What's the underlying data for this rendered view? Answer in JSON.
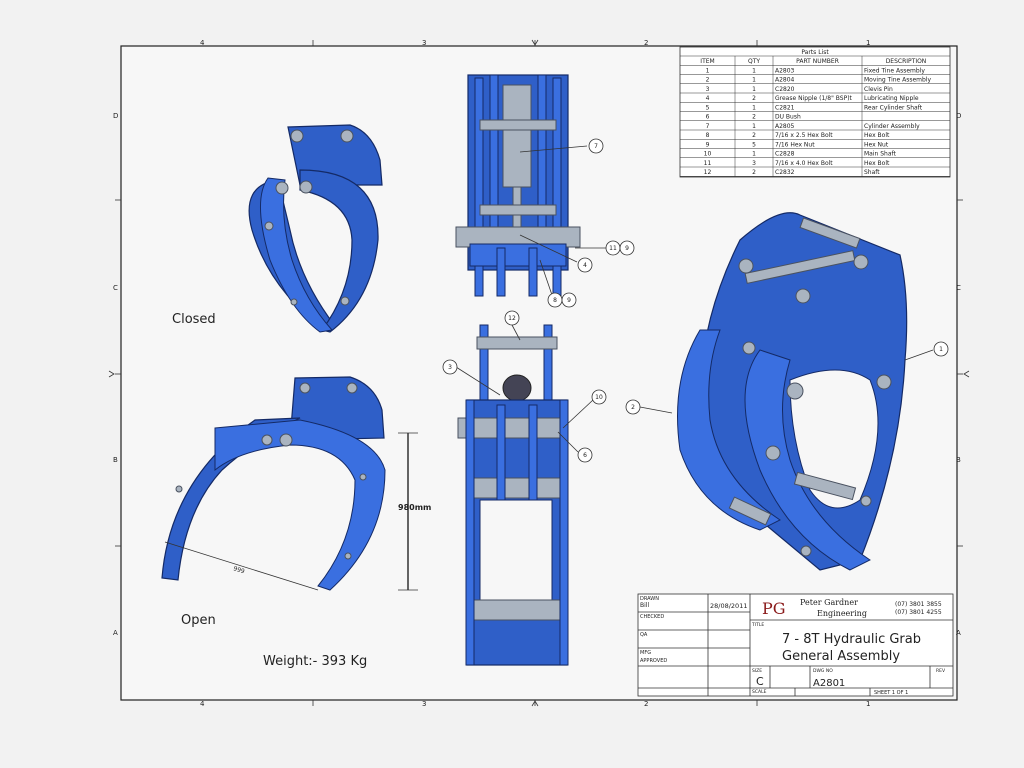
{
  "zones": {
    "columns": [
      "4",
      "3",
      "2",
      "1"
    ],
    "rows": [
      "D",
      "C",
      "B",
      "A"
    ]
  },
  "views": {
    "closed_label": "Closed",
    "open_label": "Open",
    "weight": "Weight:- 393 Kg",
    "height_dim": "980mm",
    "span_dim": "999"
  },
  "balloons": [
    "7",
    "11",
    "9",
    "4",
    "8",
    "9",
    "12",
    "3",
    "10",
    "6",
    "2",
    "1"
  ],
  "parts_list": {
    "title": "Parts List",
    "headers": [
      "ITEM",
      "QTY",
      "PART NUMBER",
      "DESCRIPTION"
    ],
    "rows": [
      [
        "1",
        "1",
        "A2803",
        "Fixed Tine Assembly"
      ],
      [
        "2",
        "1",
        "A2804",
        "Moving Tine Assembly"
      ],
      [
        "3",
        "1",
        "C2820",
        "Clevis Pin"
      ],
      [
        "4",
        "2",
        "Grease Nipple (1/8\" BSP)t",
        "Lubricating Nipple"
      ],
      [
        "5",
        "1",
        "C2821",
        "Rear Cylinder Shaft"
      ],
      [
        "6",
        "2",
        "DU Bush",
        ""
      ],
      [
        "7",
        "1",
        "A2805",
        "Cylinder Assembly"
      ],
      [
        "8",
        "2",
        "7/16 x 2.5 Hex Bolt",
        "Hex Bolt"
      ],
      [
        "9",
        "5",
        "7/16 Hex Nut",
        "Hex Nut"
      ],
      [
        "10",
        "1",
        "C2828",
        "Main Shaft"
      ],
      [
        "11",
        "3",
        "7/16 x 4.0 Hex Bolt",
        "Hex Bolt"
      ],
      [
        "12",
        "2",
        "C2832",
        "Shaft"
      ]
    ]
  },
  "title_block": {
    "drawn_label": "DRAWN",
    "drawn_by": "Bill",
    "drawn_date": "28/08/2011",
    "checked_label": "CHECKED",
    "qa_label": "QA",
    "mfg_label": "MFG",
    "approved_label": "APPROVED",
    "company_line1": "Peter Gardner",
    "company_line2": "Engineering",
    "logo_text": "PG",
    "phone1": "(07) 3801 3855",
    "phone2": "(07) 3801 4255",
    "title_label": "TITLE",
    "title_line1": "7 - 8T Hydraulic Grab",
    "title_line2": "General Assembly",
    "size_label": "SIZE",
    "size": "C",
    "dwg_label": "DWG NO",
    "dwg_no": "A2801",
    "rev_label": "REV",
    "scale_label": "SCALE",
    "sheet": "SHEET 1  OF 1"
  },
  "colors": {
    "part_blue": "#2f5fc8",
    "steel": "#aab4c0"
  }
}
